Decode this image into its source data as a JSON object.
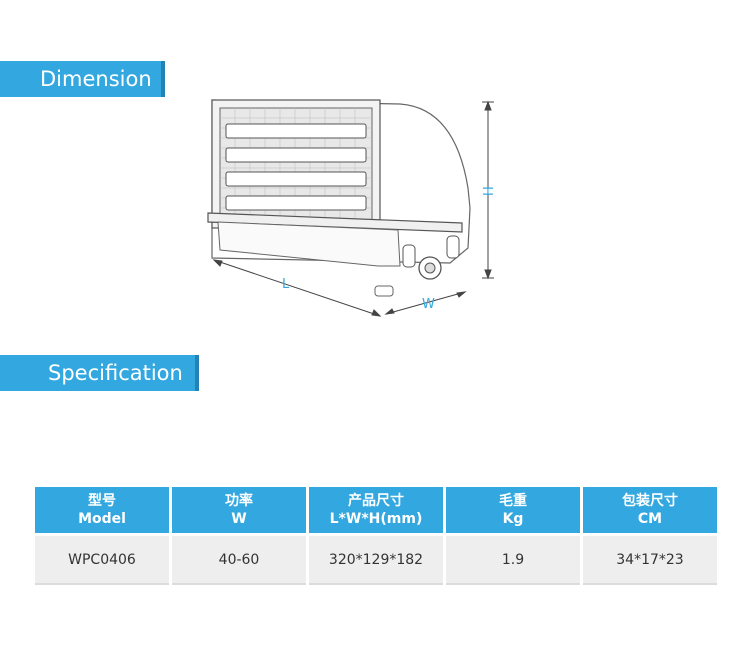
{
  "sections": {
    "dimension_title": "Dimension",
    "specification_title": "Specification"
  },
  "drawing": {
    "label_l": "L",
    "label_w": "W",
    "label_h": "H"
  },
  "table": {
    "headers": [
      {
        "cn": "型号",
        "en": "Model"
      },
      {
        "cn": "功率",
        "en": "W"
      },
      {
        "cn": "产品尺寸",
        "en": "L*W*H(mm)"
      },
      {
        "cn": "毛重",
        "en": "Kg"
      },
      {
        "cn": "包装尺寸",
        "en": "CM"
      }
    ],
    "rows": [
      [
        "WPC0406",
        "40-60",
        "320*129*182",
        "1.9",
        "34*17*23"
      ]
    ]
  },
  "colors": {
    "accent": "#33a8e0",
    "accent_dark": "#2382b6",
    "row_bg": "#eeeeee"
  }
}
